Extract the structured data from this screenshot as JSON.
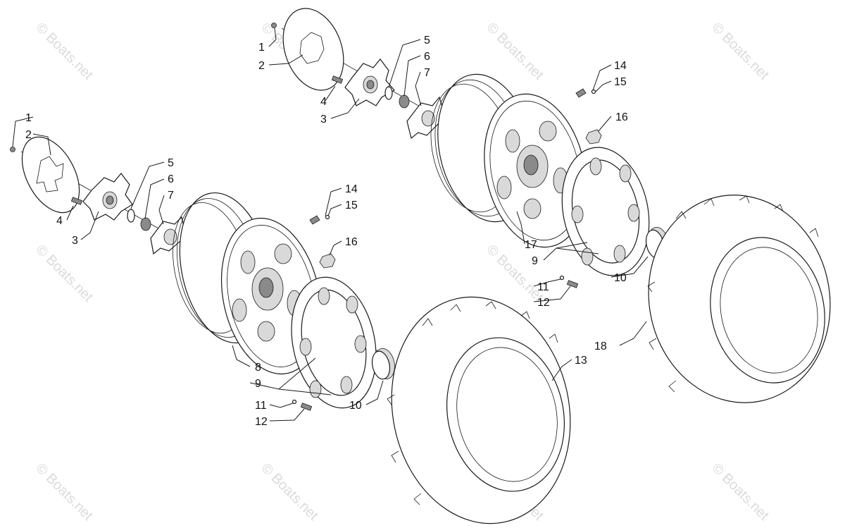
{
  "watermark": {
    "text": "© Boats.net"
  },
  "callouts": [
    {
      "id": "1a",
      "label": "1"
    },
    {
      "id": "2a",
      "label": "2"
    },
    {
      "id": "3a",
      "label": "3"
    },
    {
      "id": "4a",
      "label": "4"
    },
    {
      "id": "5a",
      "label": "5"
    },
    {
      "id": "6a",
      "label": "6"
    },
    {
      "id": "7a",
      "label": "7"
    },
    {
      "id": "8a",
      "label": "8"
    },
    {
      "id": "9a",
      "label": "9"
    },
    {
      "id": "10a",
      "label": "10"
    },
    {
      "id": "11a",
      "label": "11"
    },
    {
      "id": "12a",
      "label": "12"
    },
    {
      "id": "13a",
      "label": "13"
    },
    {
      "id": "14a",
      "label": "14"
    },
    {
      "id": "15a",
      "label": "15"
    },
    {
      "id": "16a",
      "label": "16"
    },
    {
      "id": "1b",
      "label": "1"
    },
    {
      "id": "2b",
      "label": "2"
    },
    {
      "id": "3b",
      "label": "3"
    },
    {
      "id": "4b",
      "label": "4"
    },
    {
      "id": "5b",
      "label": "5"
    },
    {
      "id": "6b",
      "label": "6"
    },
    {
      "id": "7b",
      "label": "7"
    },
    {
      "id": "9b",
      "label": "9"
    },
    {
      "id": "10b",
      "label": "10"
    },
    {
      "id": "11b",
      "label": "11"
    },
    {
      "id": "12b",
      "label": "12"
    },
    {
      "id": "14b",
      "label": "14"
    },
    {
      "id": "15b",
      "label": "15"
    },
    {
      "id": "16b",
      "label": "16"
    },
    {
      "id": "17b",
      "label": "17"
    },
    {
      "id": "18b",
      "label": "18"
    }
  ]
}
